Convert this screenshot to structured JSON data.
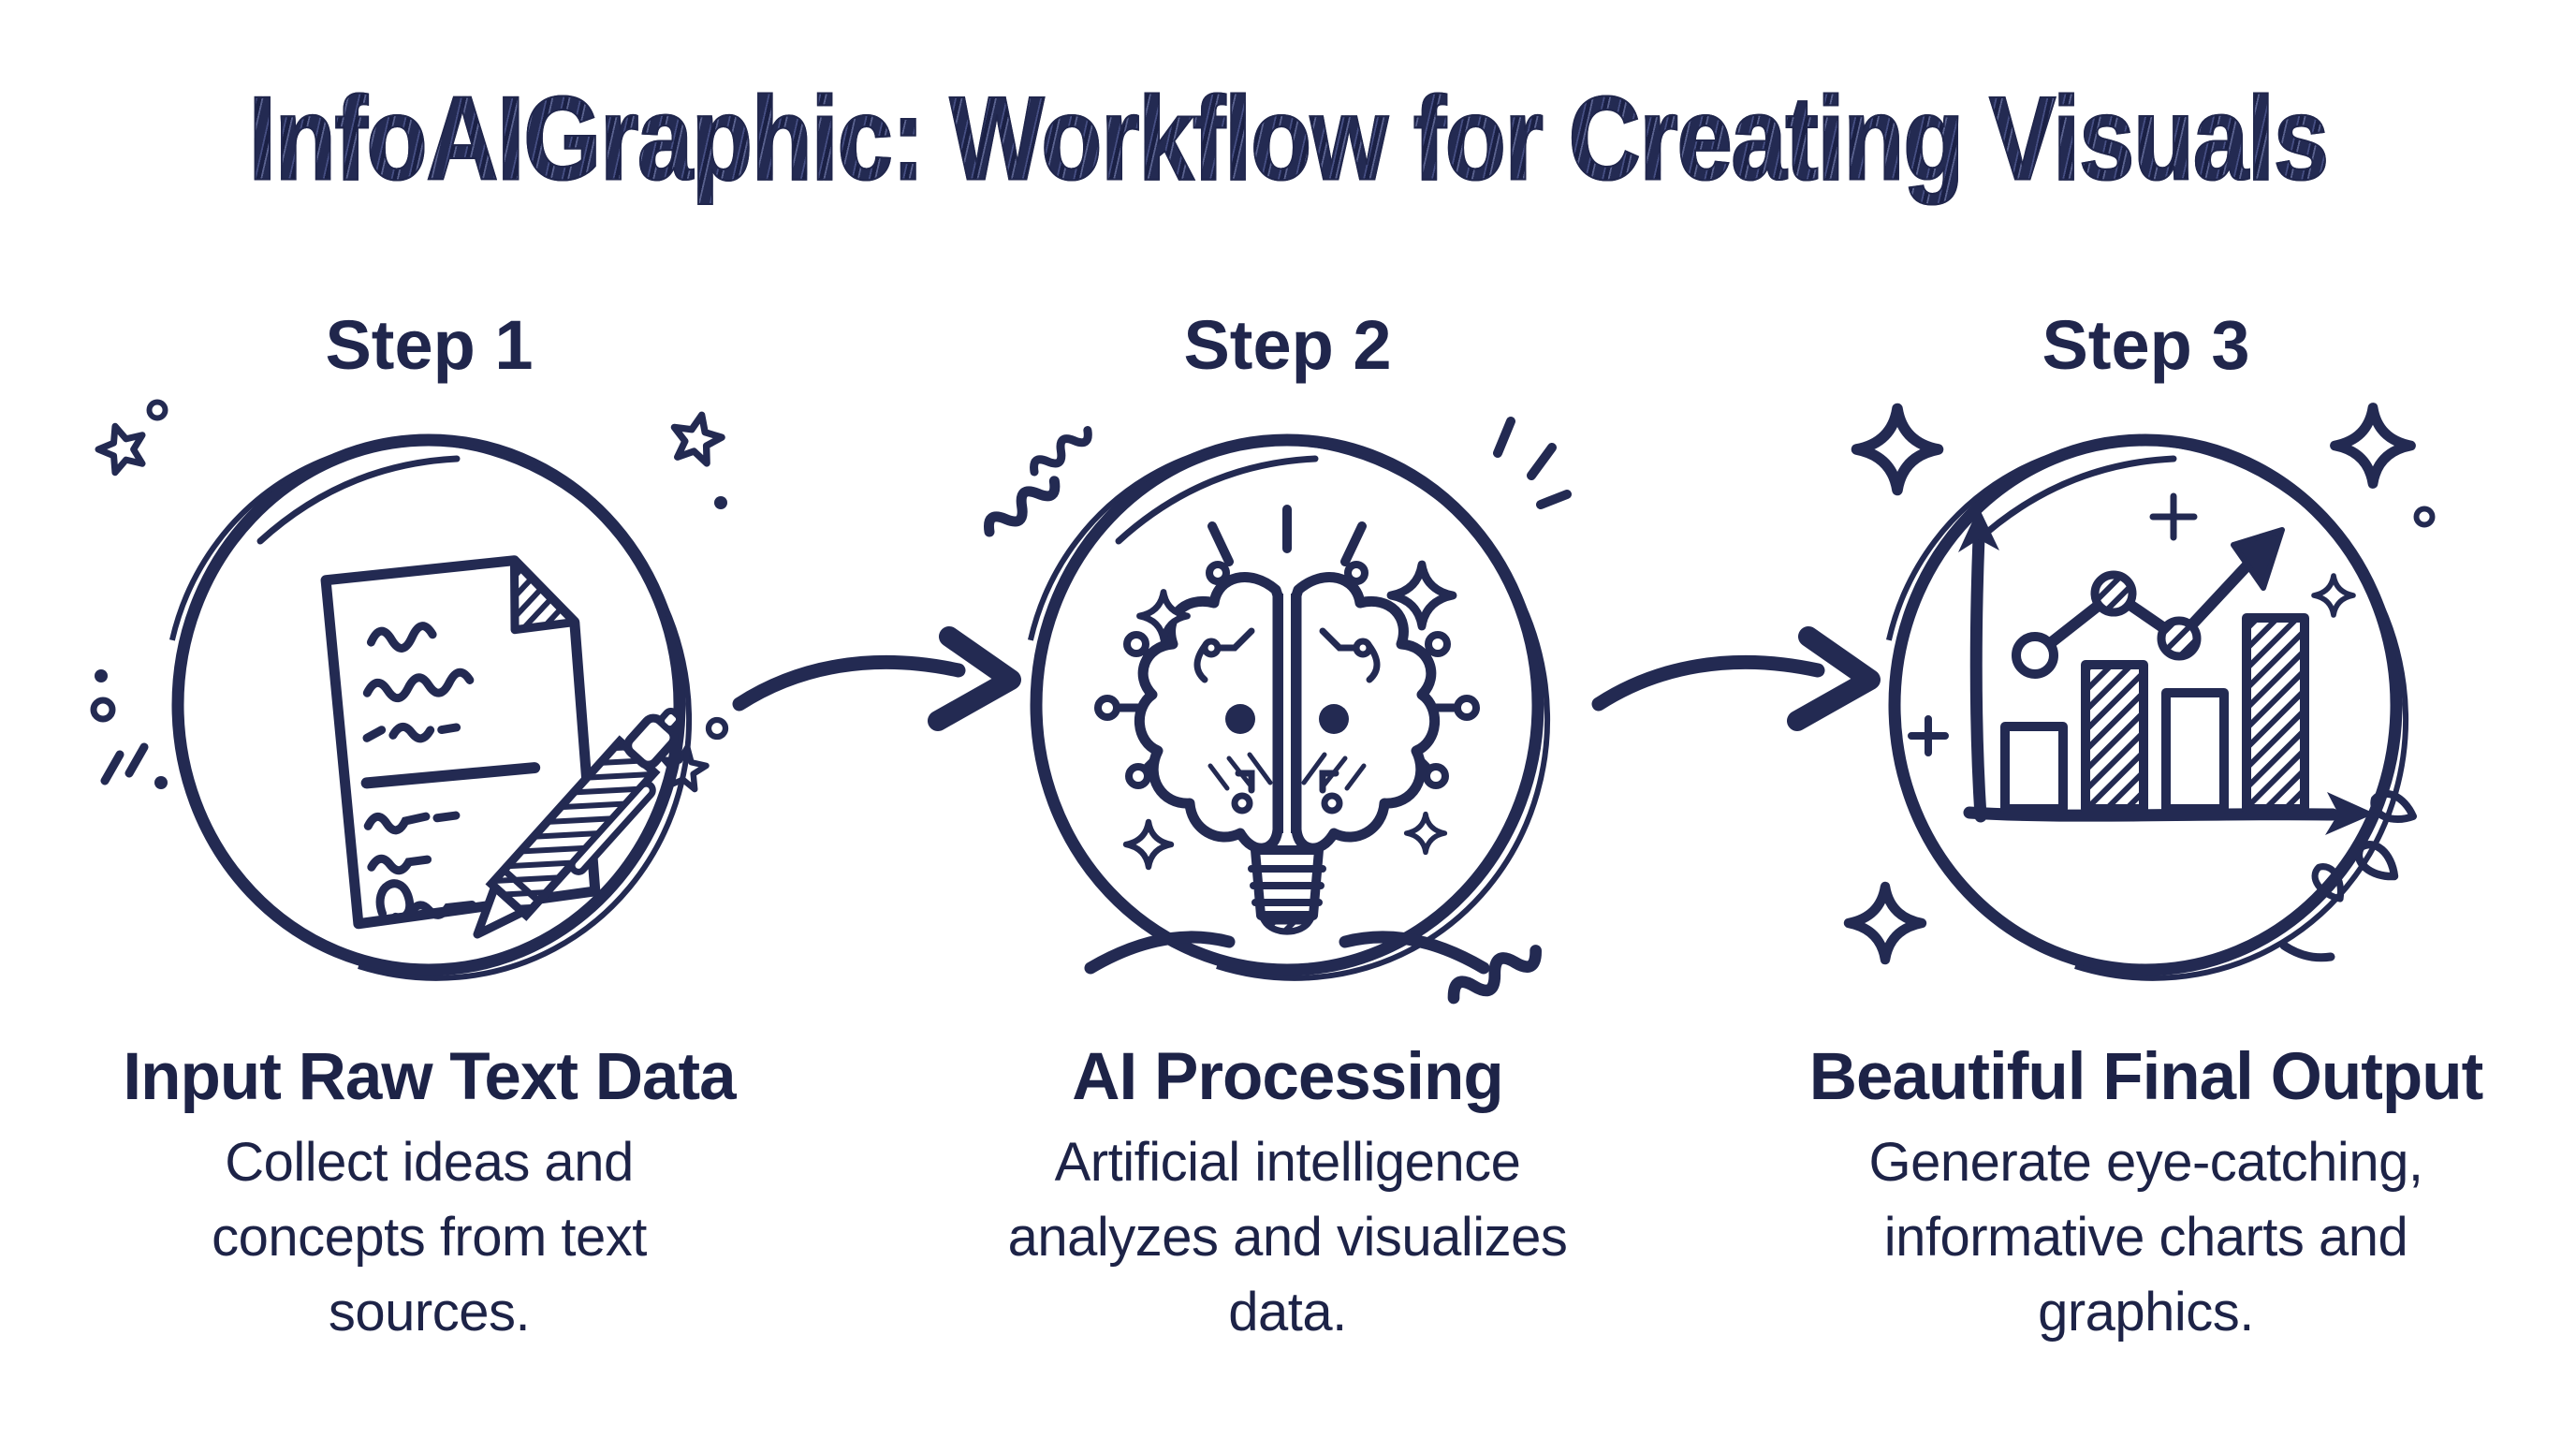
{
  "title": "InfoAIGraphic: Workflow for Creating Visuals",
  "colors": {
    "ink": "#20264a",
    "background": "#ffffff"
  },
  "steps": [
    {
      "label": "Step 1",
      "heading": "Input Raw Text Data",
      "description": "Collect ideas and concepts from text sources.",
      "icon": "document-pen-icon"
    },
    {
      "label": "Step 2",
      "heading": "AI Processing",
      "description": "Artificial intelligence analyzes and visualizes data.",
      "icon": "ai-brain-lightbulb-icon"
    },
    {
      "label": "Step 3",
      "heading": "Beautiful Final Output",
      "description": "Generate eye-catching, informative charts and graphics.",
      "icon": "growth-chart-icon"
    }
  ],
  "connectors": [
    {
      "name": "arrow-step1-to-step2"
    },
    {
      "name": "arrow-step2-to-step3"
    }
  ]
}
